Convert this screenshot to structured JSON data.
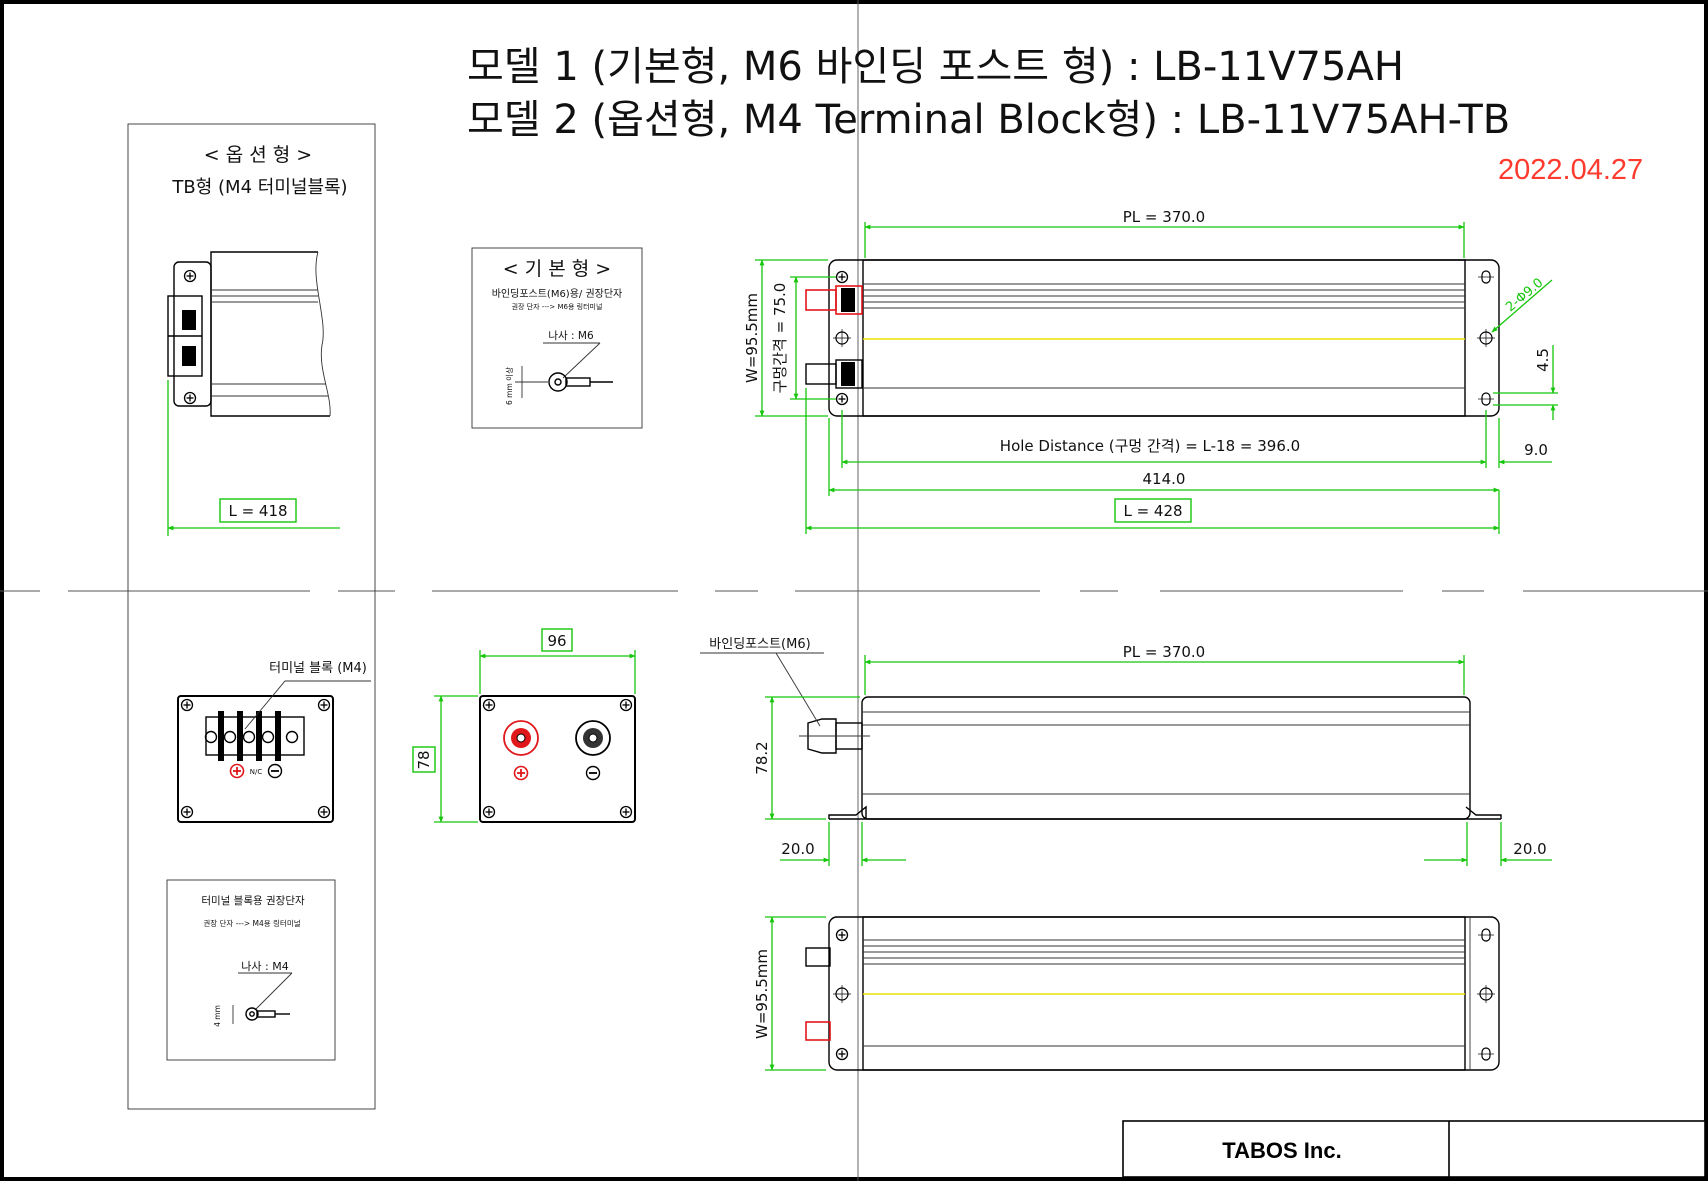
{
  "title": {
    "model1": "모델 1 (기본형, M6 바인딩 포스트 형)  :  LB-11V75AH",
    "model2": "모델 2 (옵션형, M4 Terminal Block형) :  LB-11V75AH-TB",
    "date": "2022.04.27"
  },
  "option_panel": {
    "heading": "< 옵 션 형 >",
    "subheading": "TB형 (M4 터미널블록)",
    "length_label": "L = 418",
    "terminal_block_label": "터미널 블록 (M4)",
    "polarity_mid": "N/C",
    "terminal_box": {
      "title": "터미널 블록용 권장단자",
      "note": "권장 단자 ---> M4용 링터미널",
      "screw": "나사  : M4",
      "size": "4 mm"
    }
  },
  "basic_box": {
    "heading": "< 기 본 형 >",
    "title": "바인딩포스트(M6)용/ 권장단자",
    "note": "권장 단자 ---> M6용 링터미널",
    "screw": "나사  : M6",
    "size": "6 mm 이상"
  },
  "top_view": {
    "pl": "PL  =  370.0",
    "width": "W=95.5mm",
    "hole_spacing": "구멍간격 = 75.0",
    "hole_dia": "2-Φ9.0",
    "slot": "4.5",
    "hole_distance": "Hole Distance (구멍 간격) = L-18 = 396.0",
    "edge": "9.0",
    "overall_flange": "414.0",
    "length": "L = 428"
  },
  "end_view": {
    "width_dim": "96",
    "height_dim": "78"
  },
  "side_view": {
    "binding_post": "바인딩포스트(M6)",
    "pl": "PL  =  370.0",
    "height": "78.2",
    "foot_left": "20.0",
    "foot_right": "20.0"
  },
  "bottom_view": {
    "width": "W=95.5mm"
  },
  "title_block": {
    "company": "TABOS Inc."
  }
}
